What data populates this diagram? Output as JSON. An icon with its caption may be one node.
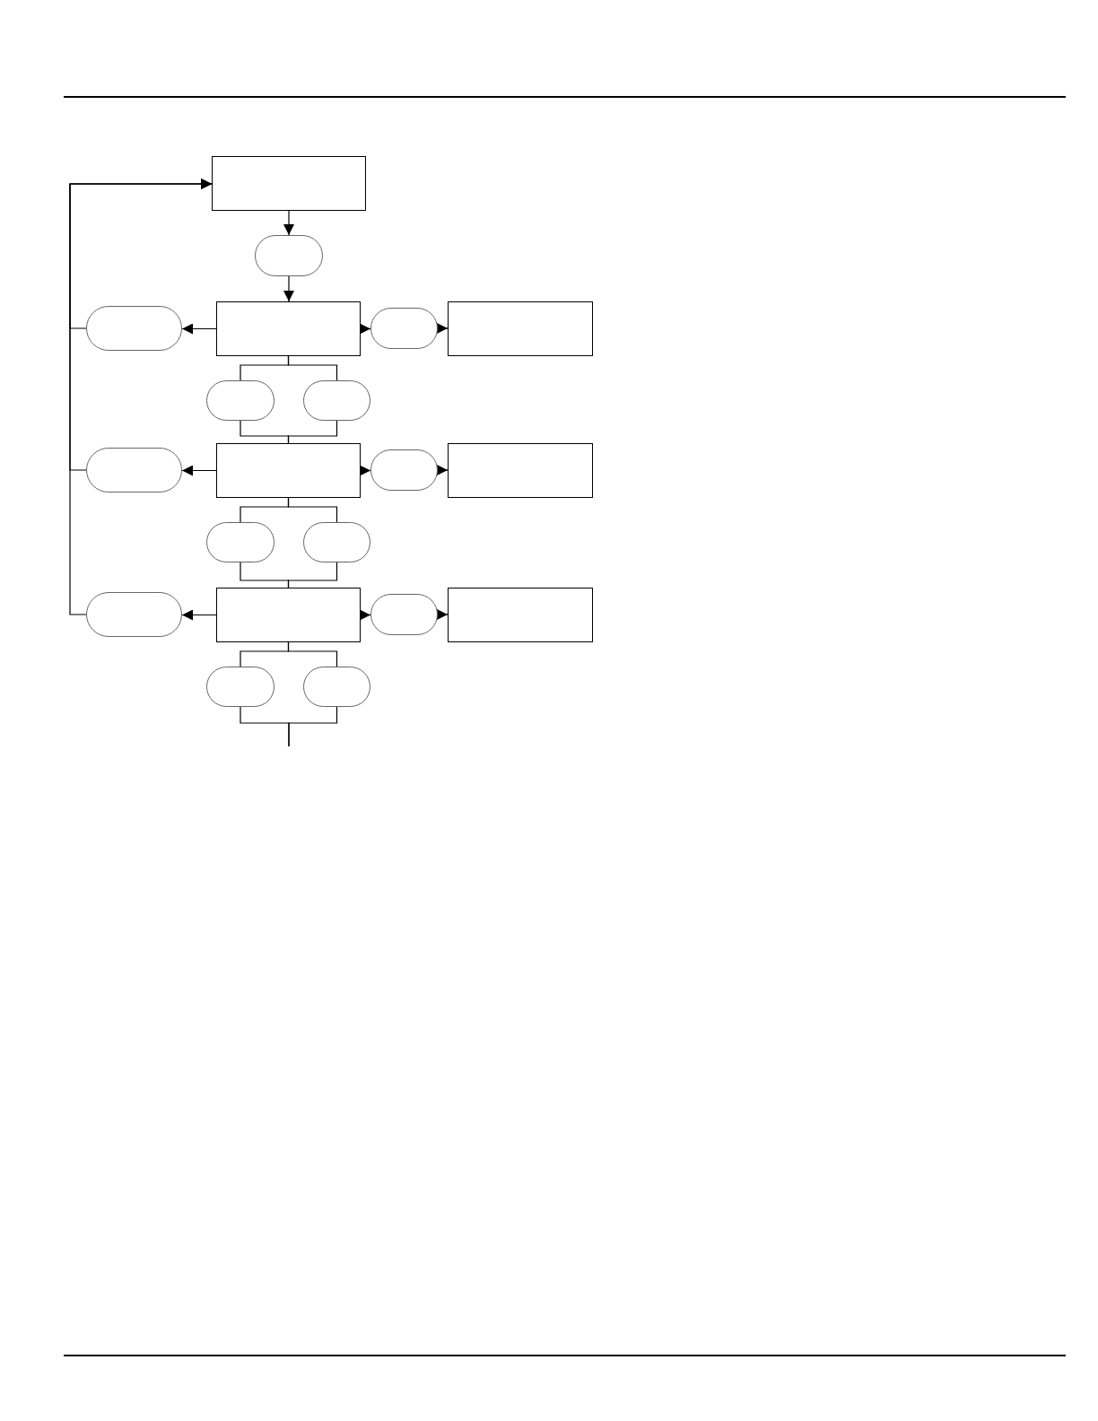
{
  "diagram": {
    "nodes": [
      {
        "text": [],
        "shape": "box"
      },
      {
        "text": [],
        "shape": "oval"
      },
      {
        "text": [],
        "shape": "oval"
      },
      {
        "text": [],
        "shape": "box"
      },
      {
        "text": [],
        "shape": "oval"
      },
      {
        "text": [],
        "shape": "box"
      },
      {
        "text": [],
        "shape": "oval"
      },
      {
        "text": [],
        "shape": "oval"
      },
      {
        "text": [],
        "shape": "oval"
      },
      {
        "text": [],
        "shape": "box"
      },
      {
        "text": [],
        "shape": "oval"
      },
      {
        "text": [],
        "shape": "box"
      },
      {
        "text": [],
        "shape": "oval"
      },
      {
        "text": [],
        "shape": "oval"
      },
      {
        "text": [],
        "shape": "oval"
      },
      {
        "text": [],
        "shape": "box"
      },
      {
        "text": [],
        "shape": "oval"
      },
      {
        "text": [],
        "shape": "box"
      },
      {
        "text": [],
        "shape": "oval"
      },
      {
        "text": [],
        "shape": "oval"
      }
    ],
    "edges": [
      {
        "from": 0,
        "to": 1,
        "arrow": "to"
      },
      {
        "from": 1,
        "to": 3,
        "arrow": "to"
      },
      {
        "from": 3,
        "to": 2,
        "arrow": "to"
      },
      {
        "from": 3,
        "to": 4,
        "arrow": "to"
      },
      {
        "from": 4,
        "to": 5,
        "arrow": "to"
      },
      {
        "from": 3,
        "to": 6,
        "arrow": "none"
      },
      {
        "from": 3,
        "to": 7,
        "arrow": "none"
      },
      {
        "from": 6,
        "to": 9,
        "arrow": "none"
      },
      {
        "from": 7,
        "to": 9,
        "arrow": "none"
      },
      {
        "from": 9,
        "to": 8,
        "arrow": "to"
      },
      {
        "from": 9,
        "to": 10,
        "arrow": "to"
      },
      {
        "from": 10,
        "to": 11,
        "arrow": "to"
      },
      {
        "from": 9,
        "to": 12,
        "arrow": "none"
      },
      {
        "from": 9,
        "to": 13,
        "arrow": "none"
      },
      {
        "from": 12,
        "to": 15,
        "arrow": "none"
      },
      {
        "from": 13,
        "to": 15,
        "arrow": "none"
      },
      {
        "from": 15,
        "to": 14,
        "arrow": "to"
      },
      {
        "from": 15,
        "to": 16,
        "arrow": "to"
      },
      {
        "from": 16,
        "to": 17,
        "arrow": "to"
      },
      {
        "from": 15,
        "to": 18,
        "arrow": "none"
      },
      {
        "from": 15,
        "to": 19,
        "arrow": "none"
      },
      {
        "from": 18,
        "to": null,
        "arrow": "none"
      },
      {
        "from": 19,
        "to": null,
        "arrow": "none"
      },
      {
        "from": 2,
        "to": 0,
        "arrow": "to"
      },
      {
        "from": 8,
        "to": 0,
        "arrow": "to"
      },
      {
        "from": 14,
        "to": 0,
        "arrow": "to"
      }
    ]
  }
}
